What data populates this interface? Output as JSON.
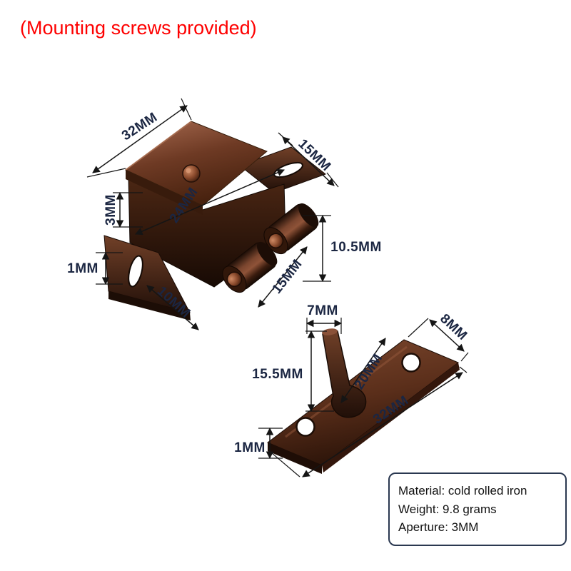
{
  "note": "(Mounting screws provided)",
  "main_part": {
    "dims": {
      "top_width": "32MM",
      "flange_length": "15MM",
      "plate_offset": "3MM",
      "slot_distance": "24MM",
      "flange_thickness": "1MM",
      "flange_width": "10MM",
      "roller_length": "15MM",
      "body_height": "10.5MM"
    }
  },
  "strike_plate": {
    "dims": {
      "prong_width": "7MM",
      "plate_width": "8MM",
      "prong_height": "15.5MM",
      "hole_spacing": "20MM",
      "plate_length": "32MM",
      "plate_thickness": "1MM"
    }
  },
  "info_box": {
    "material": "Material: cold rolled iron",
    "weight": "Weight: 9.8 grams",
    "aperture": "Aperture: 3MM"
  },
  "colors": {
    "note_text": "#fe0000",
    "dimension_text": "#1b2642",
    "dimension_line": "#151515",
    "info_border": "#2a3850",
    "product_bronze": "#6e3e2a",
    "product_dark": "#1e0d06"
  }
}
